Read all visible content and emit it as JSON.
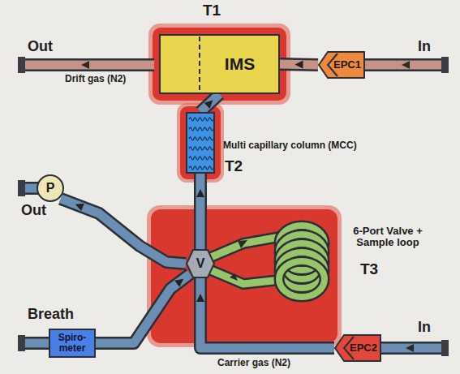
{
  "diagram": {
    "nodes": [
      {
        "text": [
          "T1"
        ]
      },
      {
        "text": [
          "IMS"
        ],
        "in": 0
      },
      {
        "text": [
          "EPC1"
        ]
      },
      {
        "text": [
          "Multi capillary column (MCC)",
          "T2"
        ]
      },
      {
        "text": [
          "6-Port Valve + Sample loop",
          "T3"
        ]
      },
      {
        "text": [
          "V"
        ],
        "in": 4
      },
      {
        "text": [
          "P"
        ]
      },
      {
        "text": [
          "Spiro- meter"
        ]
      },
      {
        "text": [
          "EPC2"
        ]
      }
    ],
    "edges": [
      {
        "from": 2,
        "to": 1,
        "arrow": "to"
      },
      {
        "from": 3,
        "to": 1,
        "arrow": "to"
      },
      {
        "from": 5,
        "to": 3,
        "arrow": "to"
      },
      {
        "from": 5,
        "to": 6,
        "arrow": "to"
      },
      {
        "from": 7,
        "to": 5,
        "arrow": "to"
      },
      {
        "from": 8,
        "to": 5,
        "arrow": "to"
      }
    ],
    "labels": [
      "Out",
      "Drift gas (N2)",
      "In",
      "Out",
      "Breath",
      "In",
      "Carrier gas (N2)"
    ]
  }
}
